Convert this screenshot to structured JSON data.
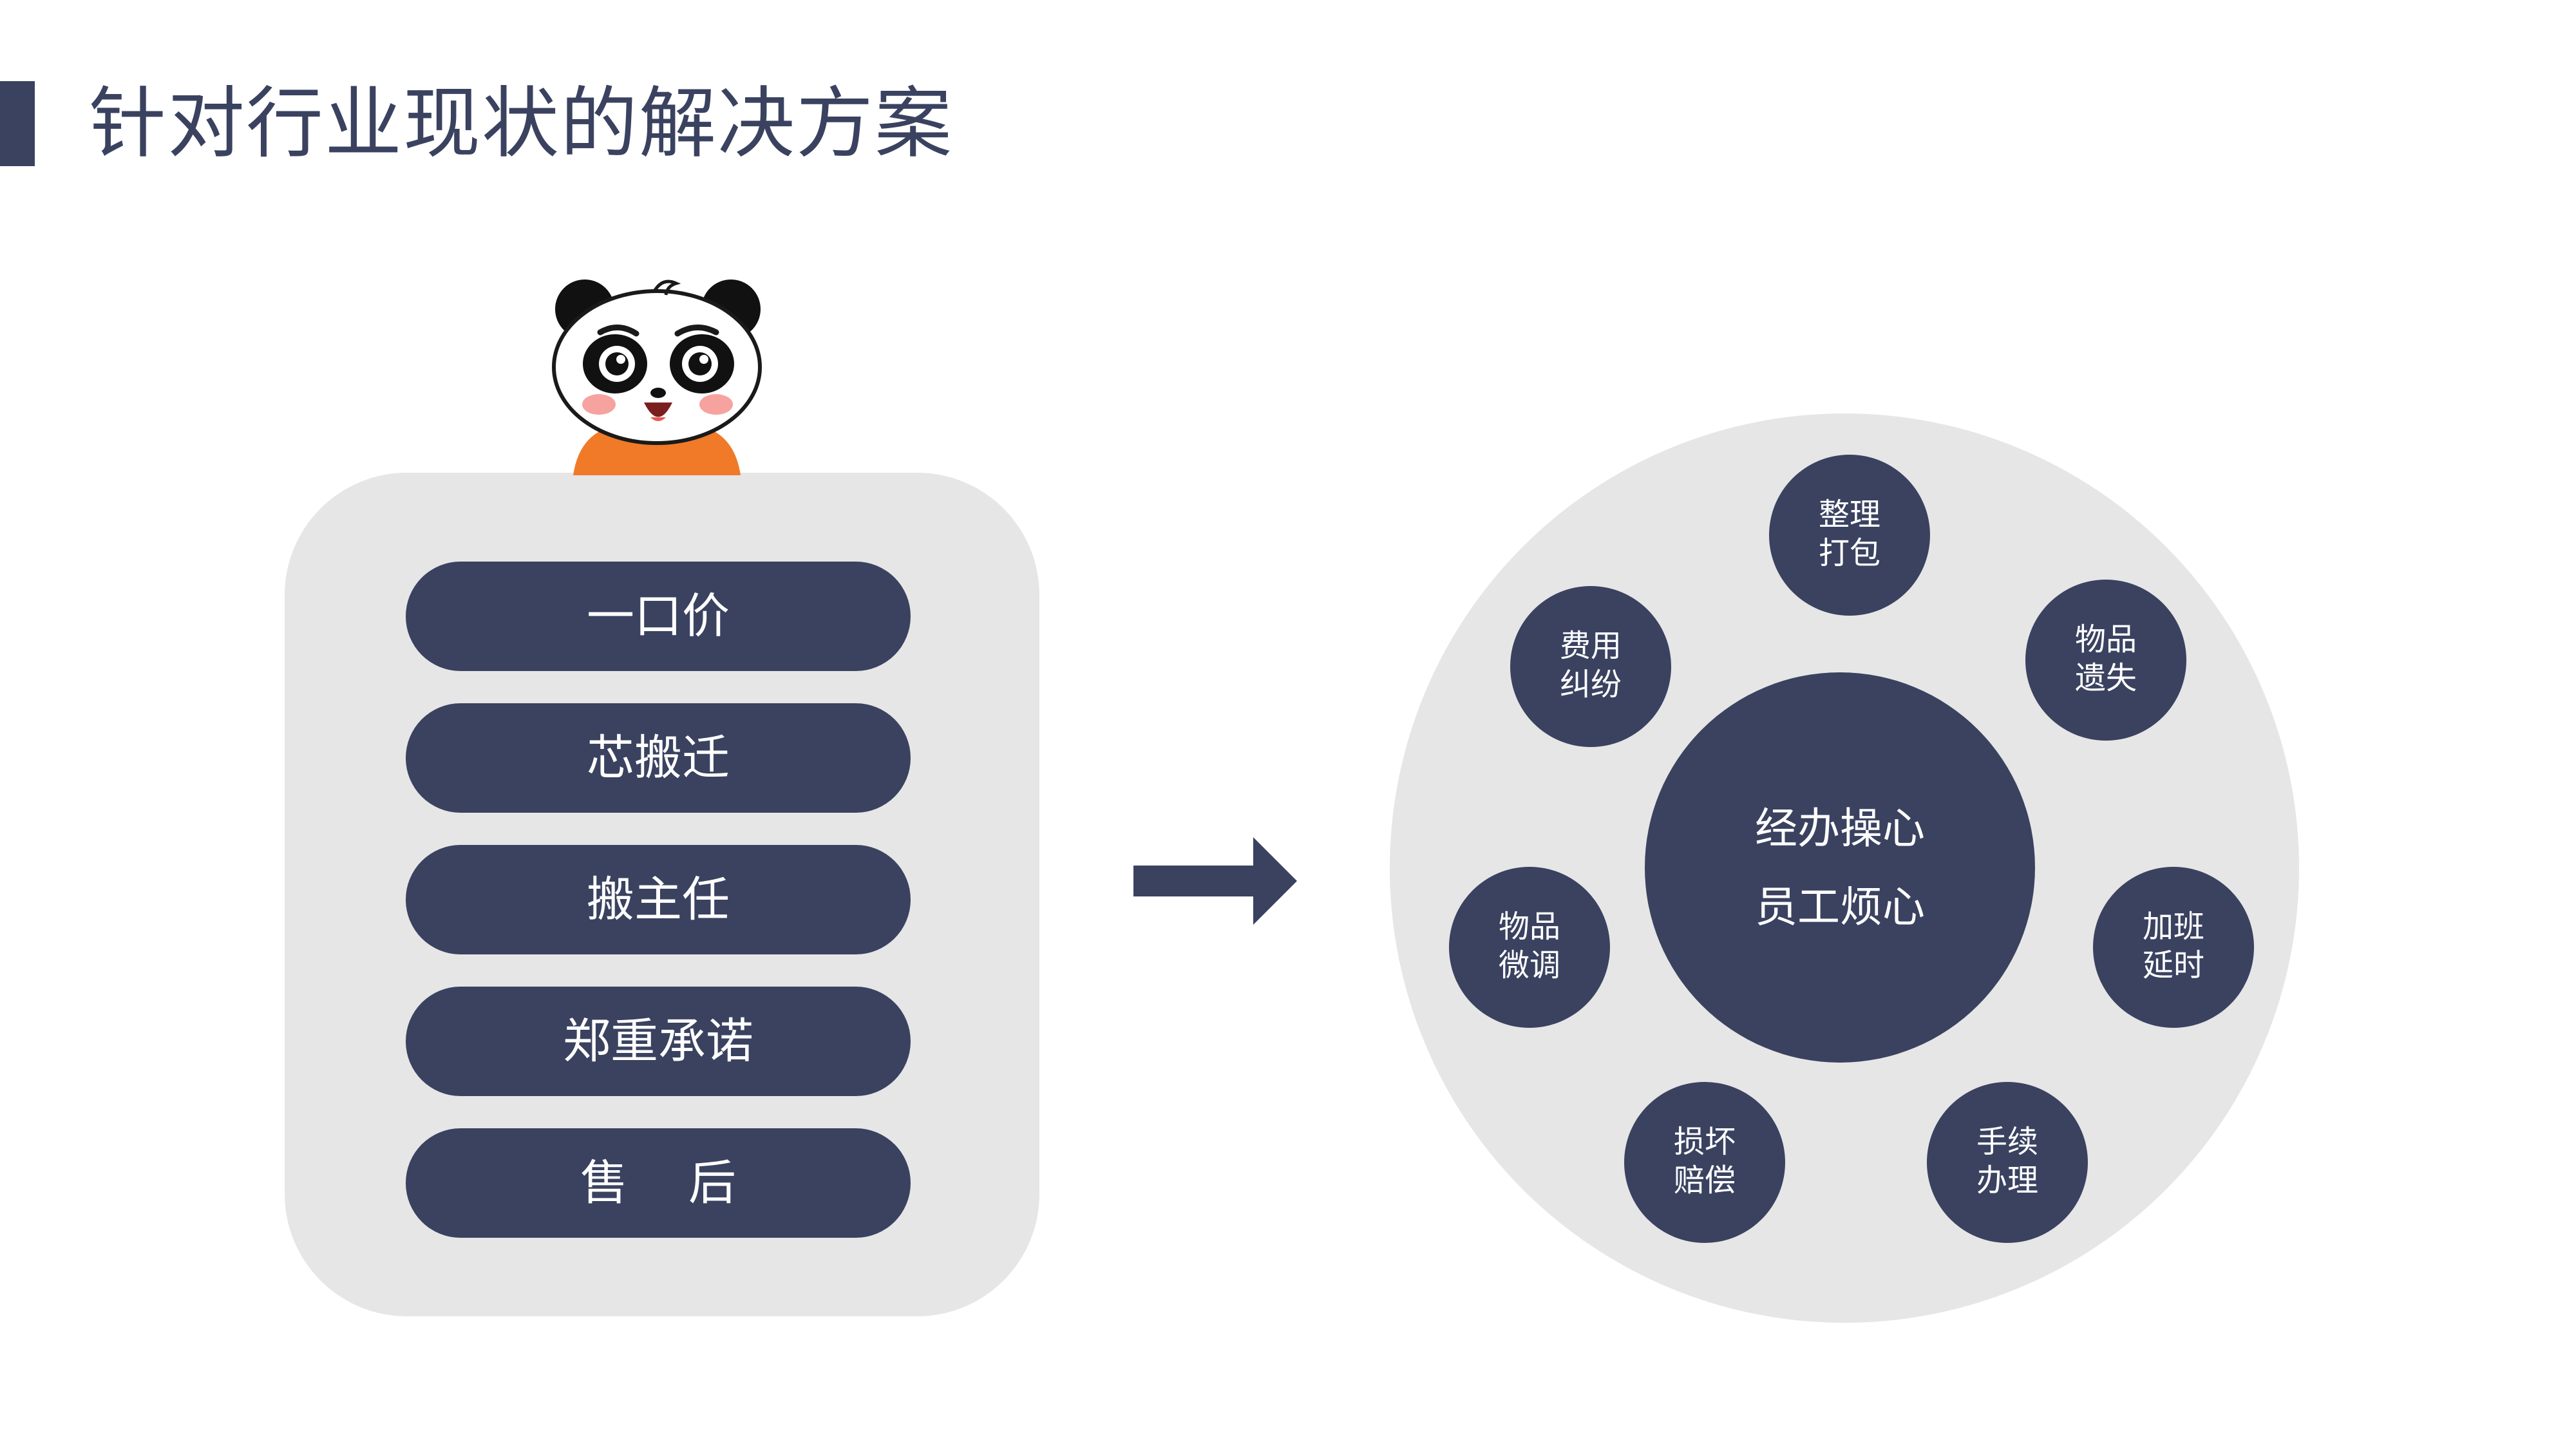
{
  "title": "针对行业现状的解决方案",
  "left_list": [
    "一口价",
    "芯搬迁",
    "搬主任",
    "郑重承诺",
    "售    后"
  ],
  "core": {
    "line1": "经办操心",
    "line2": "员工烦心"
  },
  "nodes": [
    {
      "line1": "整理",
      "line2": "打包"
    },
    {
      "line1": "物品",
      "line2": "遗失"
    },
    {
      "line1": "加班",
      "line2": "延时"
    },
    {
      "line1": "手续",
      "line2": "办理"
    },
    {
      "line1": "损坏",
      "line2": "赔偿"
    },
    {
      "line1": "物品",
      "line2": "微调"
    },
    {
      "line1": "费用",
      "line2": "纠纷"
    }
  ],
  "mascot_icon": "panda-mascot-icon",
  "arrow_icon": "arrow-right-icon",
  "colors": {
    "navy": "#3a4260",
    "panel": "#e6e6e6",
    "mascot_shirt": "#f07a28",
    "mascot_blush": "#f6a3a0"
  }
}
